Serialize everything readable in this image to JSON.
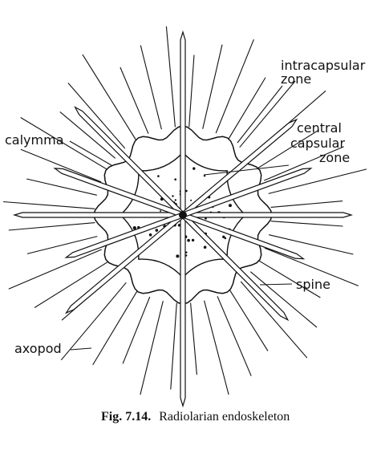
{
  "labels": {
    "intracapsular_1": "intracapsular",
    "intracapsular_2": "zone",
    "calymma": "calymma",
    "central_1": "central",
    "central_2": "capsular",
    "central_3": "zone",
    "spine": "spine",
    "axopod": "axopod"
  },
  "caption": {
    "number": "Fig. 7.14.",
    "text": "Radiolarian endoskeleton"
  },
  "colors": {
    "ink": "#111111",
    "paper": "#ffffff"
  }
}
